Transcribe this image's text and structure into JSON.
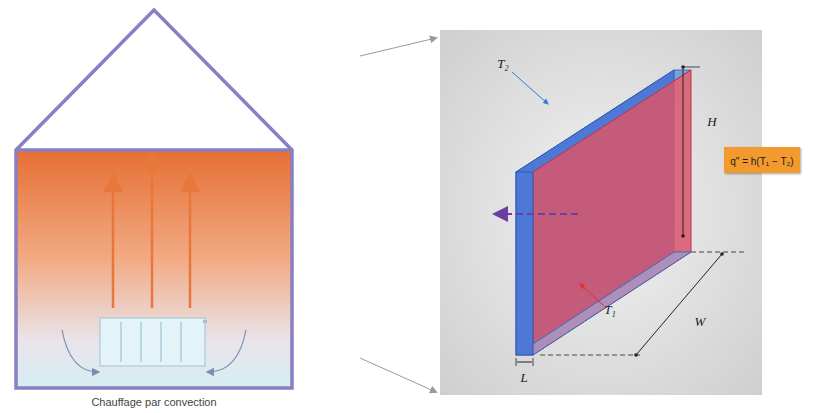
{
  "diagram": {
    "caption": "Chauffage par convection",
    "nodes": [
      {
        "text": [
          "q\" = h(T₁ − T₂)"
        ]
      }
    ],
    "labels": [
      "T₂",
      "T₁",
      "H",
      "W",
      "L"
    ]
  }
}
